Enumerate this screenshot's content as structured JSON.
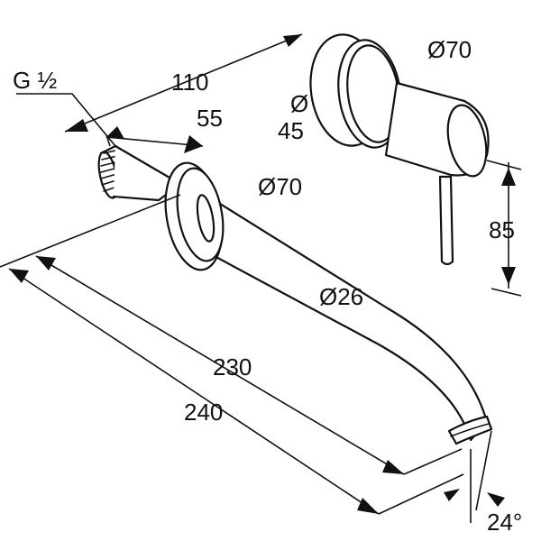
{
  "labels": {
    "thread": "G ½",
    "length_110": "110",
    "length_55": "55",
    "rosette_dia_top": "Ø70",
    "rosette_depth_top": "Ø",
    "rosette_depth_val": "45",
    "rosette_dia_spout": "Ø70",
    "height_85": "85",
    "pipe_dia": "Ø26",
    "length_230": "230",
    "length_240": "240",
    "angle": "24°"
  },
  "colors": {
    "line": "#111111",
    "background": "#ffffff"
  }
}
